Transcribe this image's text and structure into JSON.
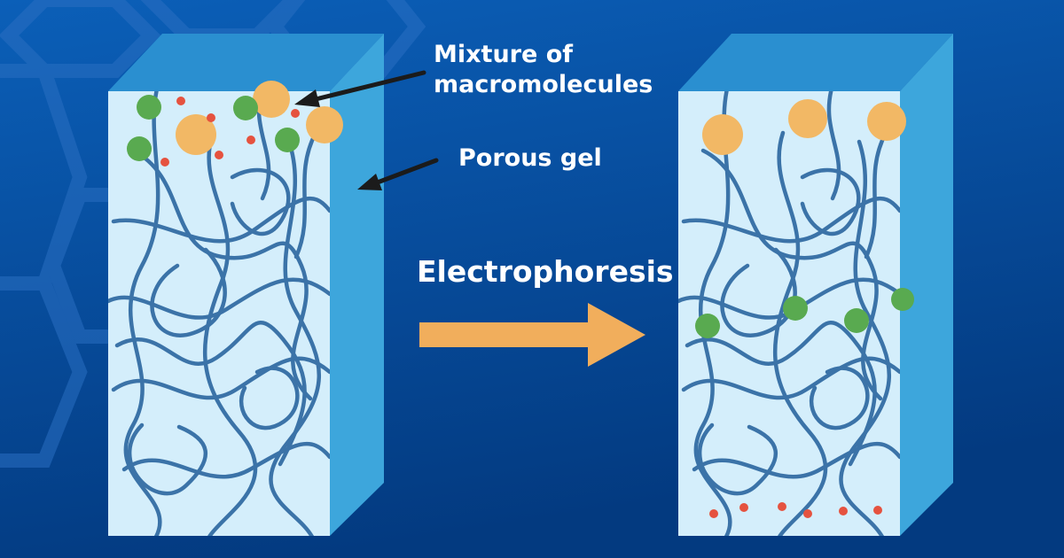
{
  "labels": {
    "mixture_line1": "Mixture of",
    "mixture_line2": "macromolecules",
    "gel": "Porous gel",
    "process": "Electrophoresis"
  },
  "colors": {
    "background_top": "#0b5fb8",
    "background_bottom": "#033a80",
    "gel_front": "#d4eefb",
    "gel_top": "#2a8fd0",
    "gel_side": "#3da6dc",
    "polymer_strand": "#3b73a8",
    "large_molecule": "#f2b865",
    "medium_molecule": "#59aa50",
    "small_molecule": "#e5523f",
    "process_arrow": "#f1ae5c",
    "pointer_arrow": "#1b1b1b"
  },
  "icons": {
    "process_arrow": "arrow-right-icon",
    "pointer_mixture": "pointer-arrow-icon",
    "pointer_gel": "pointer-arrow-icon"
  }
}
